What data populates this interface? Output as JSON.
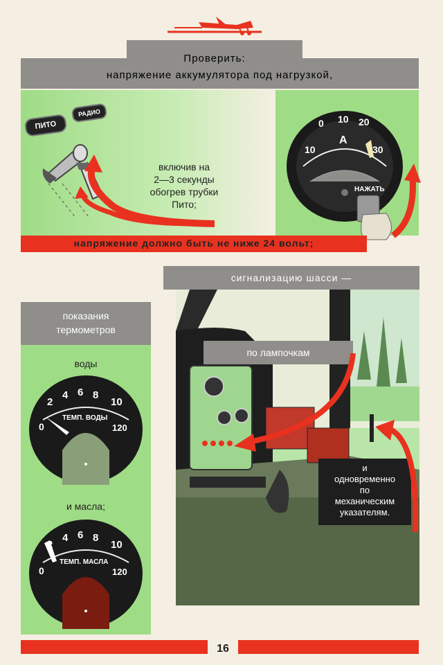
{
  "header": {
    "title": "Проверить:",
    "subtitle": "напряжение аккумулятора под нагрузкой,"
  },
  "section1": {
    "switch_labels": [
      "ПИТО",
      "РАДИО"
    ],
    "instruction": [
      "включив на",
      "2—3 секунды",
      "обогрев трубки",
      "Пито;"
    ],
    "ammeter": {
      "ticks": [
        "0",
        "10",
        "20",
        "10",
        "30"
      ],
      "unit": "А",
      "button_label": "НАЖАТЬ",
      "needle_value": 28
    },
    "red_bar_text": "напряжение должно быть не ниже 24 вольт;"
  },
  "section2": {
    "title": "сигнализацию шасси —",
    "lamps_label": "по лампочкам",
    "mechanical_label": [
      "и",
      "одновременно",
      "по",
      "механическим",
      "указателям."
    ]
  },
  "section3": {
    "title": [
      "показания",
      "термометров"
    ],
    "water_label": "воды",
    "oil_label": "и масла;",
    "water_gauge": {
      "ticks": [
        "0",
        "2",
        "4",
        "6",
        "8",
        "10",
        "120"
      ],
      "face_label": "ТЕМП. ВОДЫ",
      "needle_value": 1.5,
      "fill_color": "#8a9e7a"
    },
    "oil_gauge": {
      "ticks": [
        "0",
        "2",
        "4",
        "6",
        "8",
        "10",
        "120"
      ],
      "face_label": "ТЕМП. МАСЛА",
      "needle_value": 2,
      "fill_color": "#7a1c10"
    }
  },
  "footer": {
    "page_number": "16"
  },
  "colors": {
    "red": "#e8321f",
    "green": "#9fdc86",
    "gray": "#8f8e8a",
    "paper": "#f4efe2"
  }
}
